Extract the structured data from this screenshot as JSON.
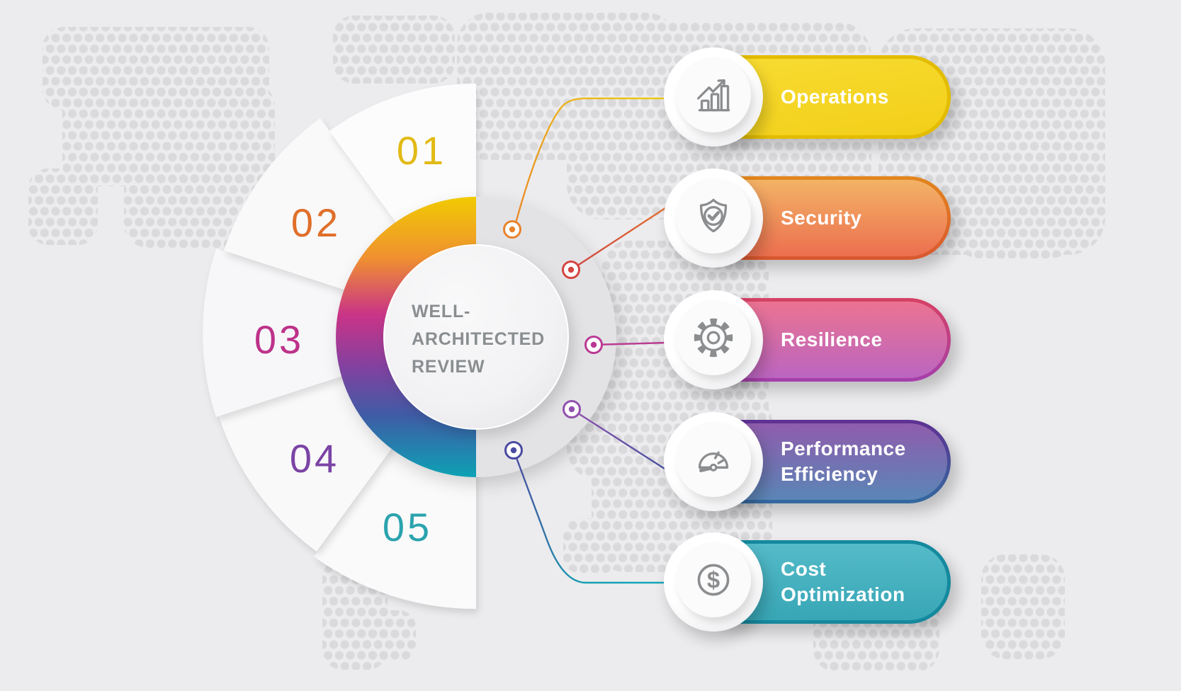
{
  "title": {
    "lines": [
      "WELL-",
      "ARCHITECTED",
      "REVIEW"
    ],
    "text_color": "#8a8e90"
  },
  "background": {
    "color": "#ececee",
    "dot_color": "#dadadd"
  },
  "steps": [
    {
      "number": "01",
      "color": "#e2ba16"
    },
    {
      "number": "02",
      "color": "#e06f2b"
    },
    {
      "number": "03",
      "color": "#bd3289"
    },
    {
      "number": "04",
      "color": "#7b44a5"
    },
    {
      "number": "05",
      "color": "#2ba3ae"
    }
  ],
  "pillars": [
    {
      "label": "Operations",
      "lines": [
        "Operations"
      ],
      "icon": "trend-chart-icon",
      "pill_top": "#f8dc33",
      "pill_bottom": "#f2cf18",
      "edge": "#e3bc00",
      "connector": "#ecc71c",
      "node": "#e8832e"
    },
    {
      "label": "Security",
      "lines": [
        "Security"
      ],
      "icon": "shield-check-icon",
      "pill_top": "#f3b366",
      "pill_bottom": "#ec6f4f",
      "edge": "#db6a28",
      "connector": "#d04442",
      "node": "#d64541"
    },
    {
      "label": "Resilience",
      "lines": [
        "Resilience"
      ],
      "icon": "gear-icon",
      "pill_top": "#eb7391",
      "pill_bottom": "#bb65c1",
      "edge": "#c04087",
      "connector": "#bb3a92",
      "node": "#ba3a93"
    },
    {
      "label": "Performance Efficiency",
      "lines": [
        "Performance",
        "Efficiency"
      ],
      "icon": "speedometer-icon",
      "pill_top": "#8f5cac",
      "pill_bottom": "#5a86b6",
      "edge": "#4a4a9b",
      "connector": "#9152ae",
      "node": "#9150ae"
    },
    {
      "label": "Cost Optimization",
      "lines": [
        "Cost",
        "Optimization"
      ],
      "icon": "dollar-circle-icon",
      "pill_top": "#54bbc8",
      "pill_bottom": "#38a6b6",
      "edge": "#15899e",
      "connector": "#14a0b2",
      "node": "#4b4aa1"
    }
  ],
  "ring_gradient": [
    "#f1ca02",
    "#ef9030",
    "#ca3487",
    "#85409f",
    "#3f5ca6",
    "#0da2b4"
  ]
}
